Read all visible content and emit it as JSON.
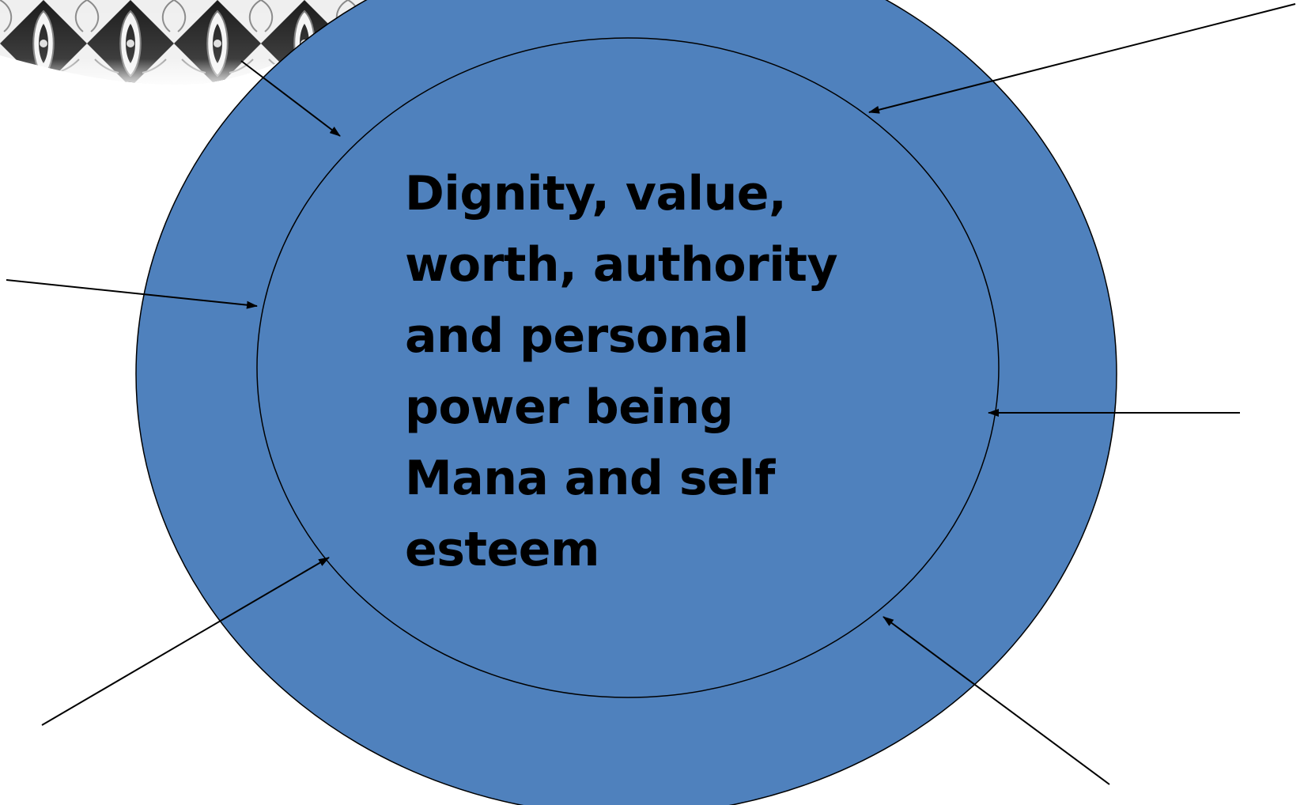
{
  "colors": {
    "background": "#ffffff",
    "ellipse_fill": "#4f81bd",
    "outline": "#000000",
    "text": "#000000"
  },
  "decoration": {
    "icon": "carved-pattern-decoration-icon",
    "colors": [
      "#1a1a1a",
      "#f2f2f2",
      "#9a9a9a"
    ]
  },
  "center_text": {
    "lines": [
      "Dignity, value,",
      "worth, authority",
      "and personal",
      "power being",
      "Mana and self",
      "esteem"
    ]
  },
  "arrows": [
    {
      "name": "arrow-top-left",
      "icon": "arrow-icon"
    },
    {
      "name": "arrow-top-right",
      "icon": "arrow-icon"
    },
    {
      "name": "arrow-left",
      "icon": "arrow-icon"
    },
    {
      "name": "arrow-right",
      "icon": "arrow-icon"
    },
    {
      "name": "arrow-bottom-left",
      "icon": "arrow-icon"
    },
    {
      "name": "arrow-bottom-right",
      "icon": "arrow-icon"
    }
  ]
}
